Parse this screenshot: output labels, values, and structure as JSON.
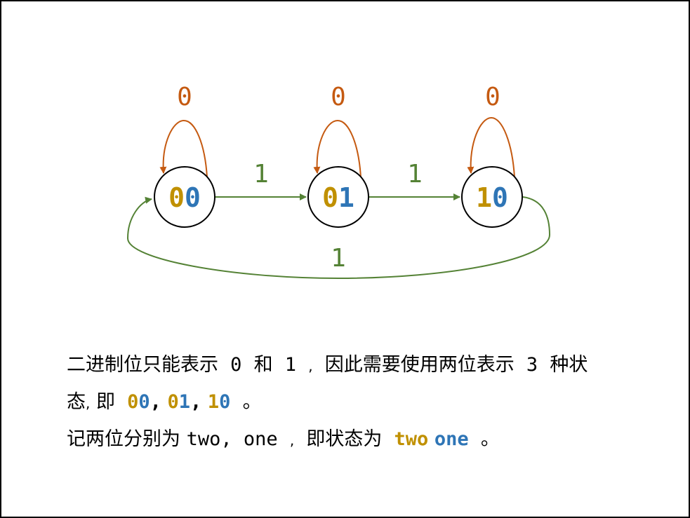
{
  "colors": {
    "gold": "#C09000",
    "blue": "#2E75B6",
    "orange": "#C55A11",
    "green": "#548235",
    "black": "#000000"
  },
  "states": [
    {
      "id": "00",
      "bit_two": "0",
      "bit_one": "0"
    },
    {
      "id": "01",
      "bit_two": "0",
      "bit_one": "1"
    },
    {
      "id": "10",
      "bit_two": "1",
      "bit_one": "0"
    }
  ],
  "transitions": {
    "self_loop_label": "0",
    "forward_label": "1",
    "return_label": "1"
  },
  "text": {
    "line1": {
      "part1": "二进制位只能表示",
      "zero": "0",
      "he": "和",
      "one": "1",
      "comma": ",",
      "part2": "因此需要使用两位表示",
      "three": "3",
      "part3": "种状"
    },
    "line2": {
      "part1": "态",
      "comma": ",",
      "ji": "即",
      "s00": "00",
      "s01": "01",
      "s10": "10",
      "sep": ",",
      "end": "。"
    },
    "line3": {
      "part1": "记两位分别为",
      "names": "two, one",
      "comma": ",",
      "part2": "即状态为",
      "two": "two",
      "one": "one",
      "end": "。"
    }
  }
}
